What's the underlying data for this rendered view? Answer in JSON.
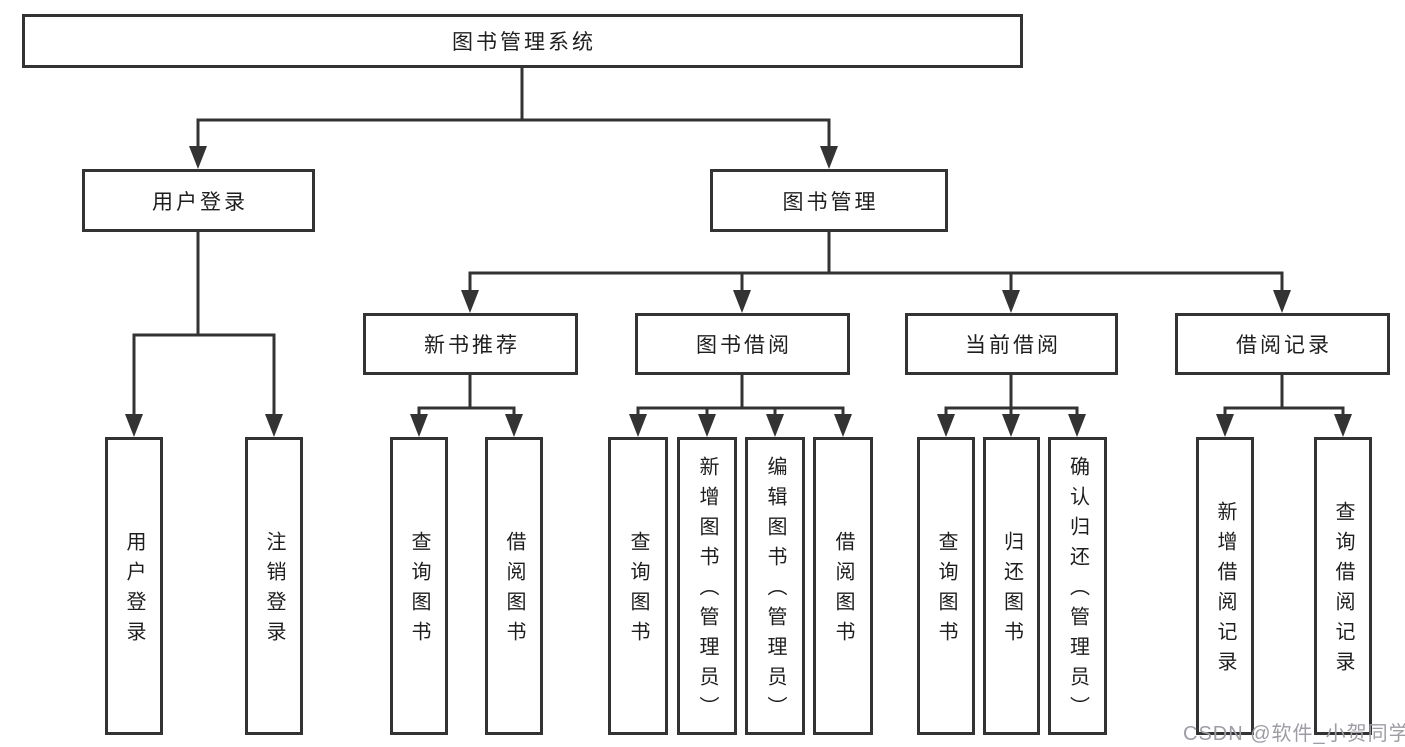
{
  "diagram": {
    "colors": {
      "line": "#333333",
      "box_border": "#333333",
      "text": "#1e1e1e",
      "watermark": "#9d9da5",
      "background": "#ffffff"
    },
    "tree": {
      "root": {
        "label": "图书管理系统"
      },
      "level2": [
        {
          "label": "用户登录",
          "children": [
            {
              "label": "用户登录"
            },
            {
              "label": "注销登录"
            }
          ]
        },
        {
          "label": "图书管理",
          "children": [
            {
              "label": "新书推荐",
              "children": [
                {
                  "label": "查询图书"
                },
                {
                  "label": "借阅图书"
                }
              ]
            },
            {
              "label": "图书借阅",
              "children": [
                {
                  "label": "查询图书"
                },
                {
                  "label": "新增图书（管理员）"
                },
                {
                  "label": "编辑图书（管理员）"
                },
                {
                  "label": "借阅图书"
                }
              ]
            },
            {
              "label": "当前借阅",
              "children": [
                {
                  "label": "查询图书"
                },
                {
                  "label": "归还图书"
                },
                {
                  "label": "确认归还（管理员）"
                }
              ]
            },
            {
              "label": "借阅记录",
              "children": [
                {
                  "label": "新增借阅记录"
                },
                {
                  "label": "查询借阅记录"
                }
              ]
            }
          ]
        }
      ]
    }
  },
  "watermark": {
    "text": "CSDN @软件_小贺同学"
  }
}
